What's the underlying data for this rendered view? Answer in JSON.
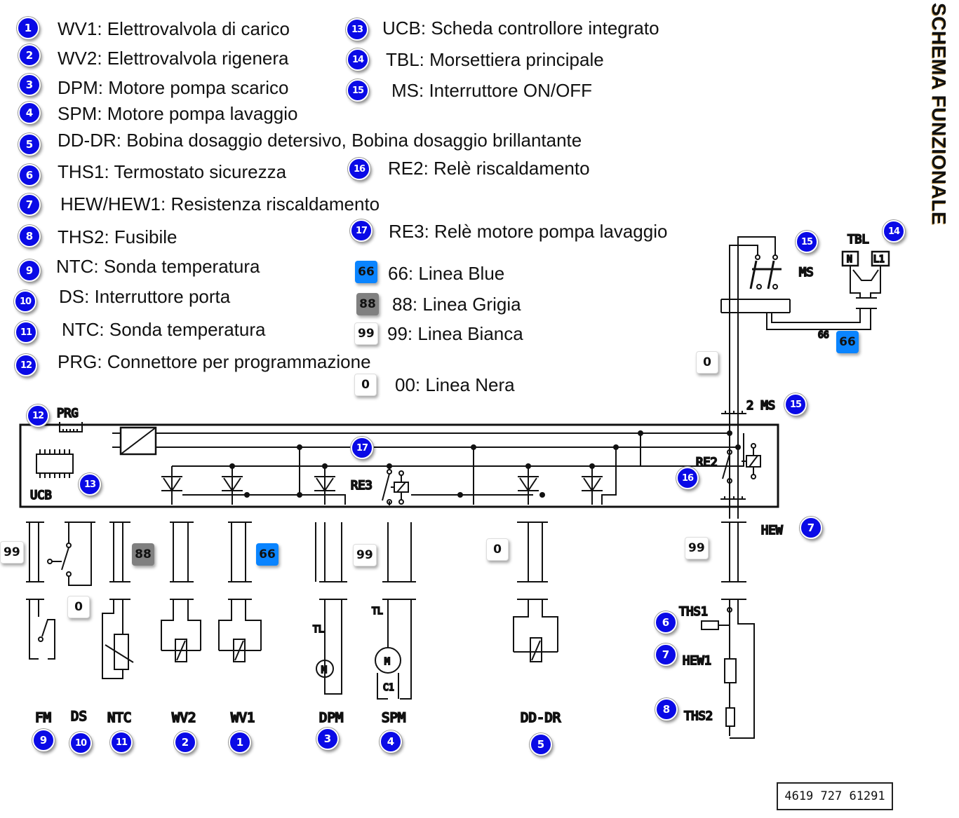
{
  "title": "SCHEMA FUNZIONALE",
  "legend": [
    {
      "num": "1",
      "text": "WV1: Elettrovalvola di carico"
    },
    {
      "num": "2",
      "text": "WV2: Elettrovalvola rigenera"
    },
    {
      "num": "3",
      "text": "DPM: Motore pompa scarico"
    },
    {
      "num": "4",
      "text": "SPM: Motore pompa lavaggio"
    },
    {
      "num": "5",
      "text": "DD-DR: Bobina dosaggio detersivo, Bobina dosaggio brillantante"
    },
    {
      "num": "6",
      "text": "THS1: Termostato sicurezza"
    },
    {
      "num": "7",
      "text": "HEW/HEW1: Resistenza riscaldamento"
    },
    {
      "num": "8",
      "text": "THS2: Fusibile"
    },
    {
      "num": "9",
      "text": "NTC: Sonda temperatura"
    },
    {
      "num": "10",
      "text": "DS: Interruttore porta"
    },
    {
      "num": "11",
      "text": "NTC: Sonda temperatura"
    },
    {
      "num": "12",
      "text": "PRG: Connettore per programmazione"
    },
    {
      "num": "13",
      "text": "UCB: Scheda controllore integrato"
    },
    {
      "num": "14",
      "text": "TBL: Morsettiera principale"
    },
    {
      "num": "15",
      "text": "MS: Interruttore ON/OFF"
    },
    {
      "num": "16",
      "text": "RE2: Relè riscaldamento"
    },
    {
      "num": "17",
      "text": "RE3: Relè motore pompa lavaggio"
    }
  ],
  "wire_legend": [
    {
      "code": "66",
      "text": "66: Linea Blue",
      "color": "#0a84ff"
    },
    {
      "code": "88",
      "text": "88: Linea Grigia",
      "color": "#808080"
    },
    {
      "code": "99",
      "text": "99: Linea Bianca",
      "color": "#ffffff"
    },
    {
      "code": "0",
      "text": "00: Linea Nera",
      "color": "#ffffff"
    }
  ],
  "components": {
    "fm": "FM",
    "ds": "DS",
    "ntc": "NTC",
    "wv2": "WV2",
    "wv1": "WV1",
    "dpm": "DPM",
    "spm": "SPM",
    "dd_dr": "DD-DR",
    "ths1": "THS1",
    "hew1": "HEW1",
    "ths2": "THS2",
    "hew": "HEW",
    "ucb": "UCB",
    "prg": "PRG",
    "re3": "RE3",
    "re2": "RE2",
    "ms": "MS",
    "ms2": "2 MS",
    "tbl": "TBL",
    "tbl_n": "N",
    "tbl_l1": "L1",
    "tl": "TL",
    "c1": "C1",
    "m": "M",
    "wire66": "66"
  },
  "chips": {
    "c99a": "99",
    "c88": "88",
    "c66a": "66",
    "c0a": "0",
    "c99b": "99",
    "c0b": "0",
    "c99c": "99",
    "c0c": "0",
    "c66b": "66"
  },
  "badges": {
    "b1": "1",
    "b2": "2",
    "b3": "3",
    "b4": "4",
    "b5": "5",
    "b6": "6",
    "b7a": "7",
    "b7b": "7",
    "b8": "8",
    "b9": "9",
    "b10": "10",
    "b11": "11",
    "b12": "12",
    "b13": "13",
    "b14": "14",
    "b15a": "15",
    "b15b": "15",
    "b16": "16",
    "b17": "17"
  },
  "drawing_number": "4619 727 61291"
}
